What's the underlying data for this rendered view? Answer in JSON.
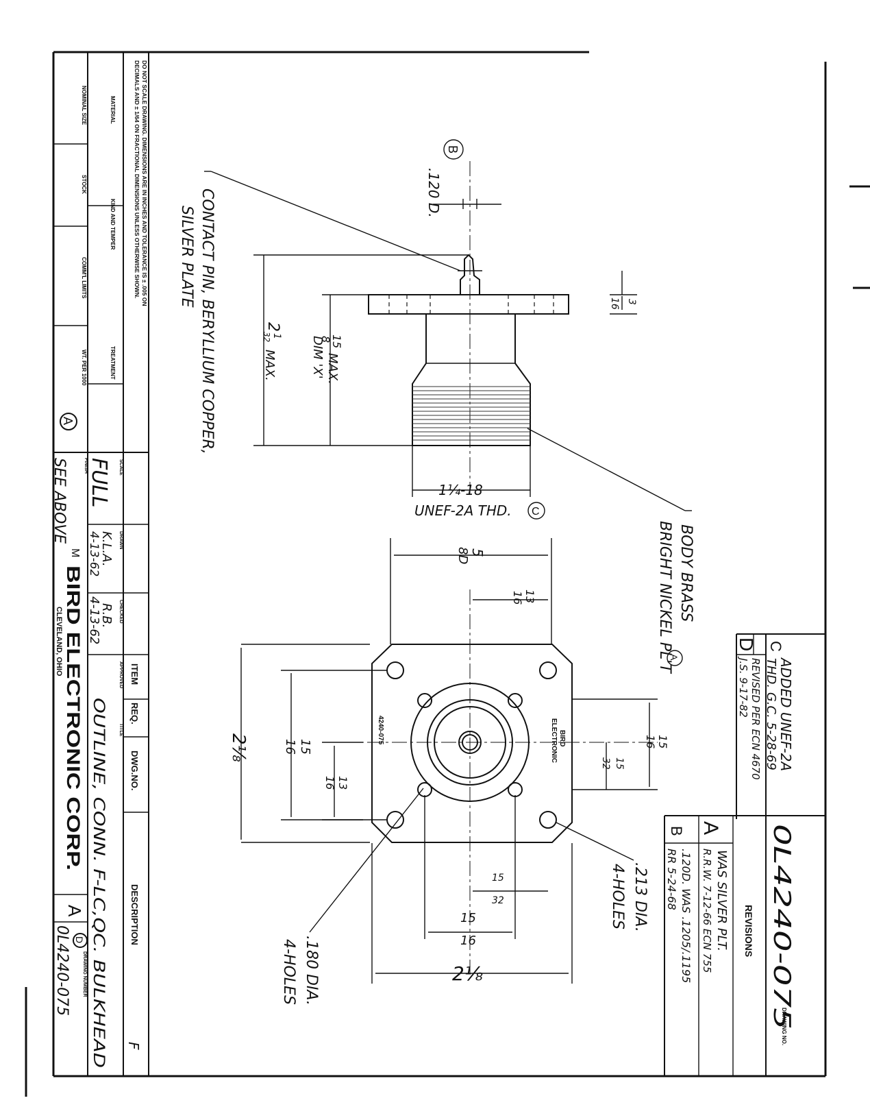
{
  "title_block": {
    "note_line1": "DO NOT SCALE DRAWING. DIMENSIONS ARE IN INCHES AND TOLERANCE IS ± .005 ON",
    "note_line2": "DECIMALS AND ± 1/64 ON FRACTIONAL DIMENSIONS UNLESS OTHERWISE SHOWN.",
    "material_label": "MATERIAL",
    "kind_label": "KIND AND TEMPER",
    "treatment_label": "TREATMENT",
    "nominal_size_label": "NOMINAL SIZE",
    "stock_label": "STOCK",
    "comml_limits_label": "COMM'L LIMITS",
    "wt_label": "WT. PER 1000",
    "circle_mark": "A",
    "scale_label": "SCALE",
    "scale_value": "FULL",
    "finish_label": "FINISH",
    "finish_value": "SEE ABOVE",
    "drawn_label": "DRAWN",
    "drawn_value": "K.L.A.",
    "drawn_date": "4-13-62",
    "checked_label": "CHECKED",
    "checked_value": "R.B.",
    "checked_date": "4-13-62",
    "approved_label": "APPROVED",
    "m_mark": "M",
    "item_label": "ITEM",
    "req_label": "REQ.",
    "dwgno_label": "DWG.NO.",
    "description_label": "DESCRIPTION",
    "f_mark": "F",
    "title_label": "TITLE",
    "title_value": "OUTLINE, CONN. F-LC,QC. BULKHEAD",
    "company": "BIRD ELECTRONIC CORP.",
    "location": "CLEVELAND, OHIO",
    "size_letter": "A",
    "rev_circle": "D",
    "drawing_number_label": "DRAWING NUMBER",
    "drawing_number": "0L4240-075"
  },
  "revisions": {
    "drawing_no_label": "DRAWING NO.",
    "drawing_no": "0L4240-075",
    "header": "REVISIONS",
    "rows": [
      {
        "letter": "A",
        "line1": "WAS SILVER PLT.",
        "line2": "R.R.W. 7-12-66 ECN 755"
      },
      {
        "letter": "B",
        "line1": ".120D. WAS .1205/.1195",
        "line2": "RR 5-24-68"
      },
      {
        "letter": "C",
        "line1": "ADDED UNEF-2A",
        "line2": "THD. G.C. 5-28-69"
      },
      {
        "letter": "D",
        "line1": "REVISED PER ECN 4670",
        "line2": "J.S. 9-17-82"
      }
    ]
  },
  "side_view": {
    "contact_pin_line1": "CONTACT PIN, BERYLLIUM COPPER,",
    "contact_pin_line2": "SILVER PLATE",
    "body_line1": "BODY BRASS",
    "body_line2": "BRIGHT NICKEL PL'T",
    "body_circle": "A",
    "dim_pin_dia": ".120 D.",
    "dim_pin_circle": "B",
    "dim_flange_num": "3",
    "dim_flange_den": "16",
    "dim_x_num": "15",
    "dim_x_den": "8",
    "dim_x_suffix": "MAX.",
    "dim_x_label": "DIM 'X'",
    "dim_total_whole": "2",
    "dim_total_num": "1",
    "dim_total_den": "32",
    "dim_total_suffix": "MAX.",
    "thread_label": "1¼-18",
    "thread_spec": "UNEF-2A THD.",
    "thread_circle": "C"
  },
  "front_view": {
    "marking_1": "BIRD",
    "marking_2": "ELECTRONIC",
    "marking_3": "4240-075",
    "dim_top_num": "5",
    "dim_top_den": "8D",
    "dim_half_num": "13",
    "dim_half_den": "16",
    "dim_height": "2⅛",
    "dim_holes_num": "15",
    "dim_holes_den": "16",
    "dim_inner_num": "13",
    "dim_inner_den": "16",
    "dim_center_num": "15",
    "dim_center_den": "32",
    "dim_right_num": "15",
    "dim_right_den": "16",
    "dim_right2_num": "15",
    "dim_right2_den": "32",
    "dim_bottom_num": "15",
    "dim_bottom_den": "16",
    "dim_width": "2⅛",
    "hole_small": ".213 DIA.",
    "hole_small_count": "4-HOLES",
    "hole_large": ".180 DIA.",
    "hole_large_count": "4-HOLES"
  }
}
